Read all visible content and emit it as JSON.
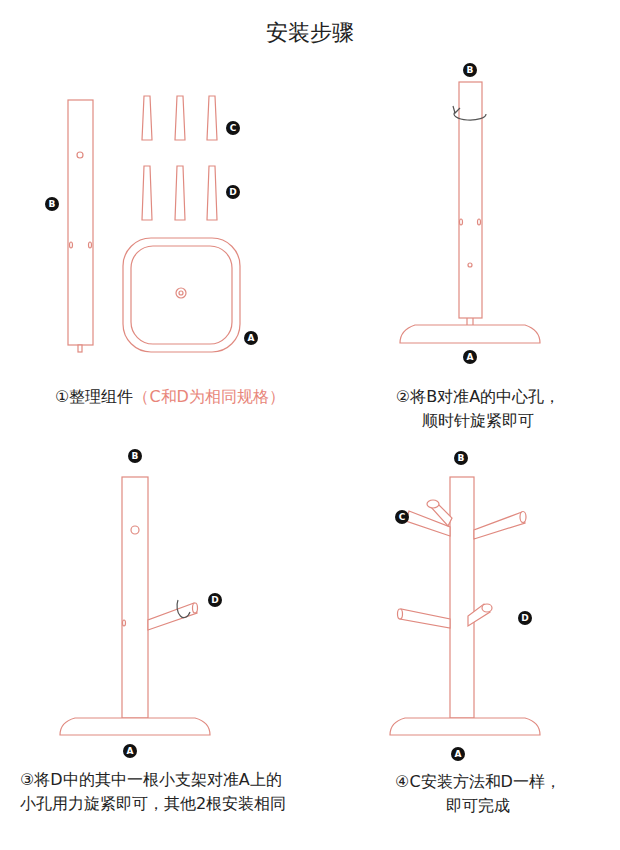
{
  "diagram": {
    "title": "安装步骤",
    "labels": [
      "B",
      "C",
      "D",
      "A",
      "①整理组件",
      "（C和D为相同规格）",
      "B",
      "A",
      "②将B对准A的中心孔， 顺时针旋紧即可",
      "B",
      "D",
      "A",
      "③将D中的其中一根小支架对准A上的 小孔用力旋紧即可，其他2根安装相同",
      "B",
      "C",
      "D",
      "A",
      "④C安装方法和D一样， 即可完成"
    ]
  }
}
